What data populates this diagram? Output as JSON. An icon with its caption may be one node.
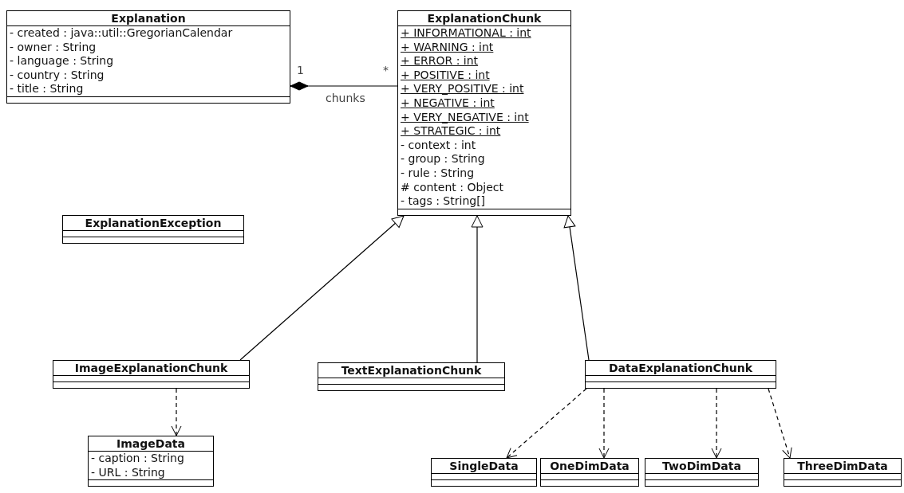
{
  "diagram": {
    "nodes": [
      {
        "text": [
          "Explanation",
          "- created : java::util::GregorianCalendar",
          "- owner : String",
          "- language : String",
          "- country : String",
          "- title : String"
        ]
      },
      {
        "text": [
          "ExplanationChunk",
          "+ INFORMATIONAL : int",
          "+ WARNING : int",
          "+ ERROR : int",
          "+ POSITIVE : int",
          "+ VERY_POSITIVE : int",
          "+ NEGATIVE : int",
          "+ VERY_NEGATIVE : int",
          "+ STRATEGIC : int",
          "- context : int",
          "- group : String",
          "- rule : String",
          "# content : Object",
          "- tags : String[]"
        ]
      },
      {
        "text": [
          "ExplanationException"
        ]
      },
      {
        "text": [
          "ImageExplanationChunk"
        ]
      },
      {
        "text": [
          "TextExplanationChunk"
        ]
      },
      {
        "text": [
          "DataExplanationChunk"
        ]
      },
      {
        "text": [
          "ImageData",
          "- caption : String",
          "- URL : String"
        ]
      },
      {
        "text": [
          "SingleData"
        ]
      },
      {
        "text": [
          "OneDimData"
        ]
      },
      {
        "text": [
          "TwoDimData"
        ]
      },
      {
        "text": [
          "ThreeDimData"
        ]
      }
    ],
    "edges": [
      {
        "from": 0,
        "to": 1,
        "arrow": "other",
        "label": "chunks"
      },
      {
        "from": 3,
        "to": 1,
        "arrow": "to"
      },
      {
        "from": 4,
        "to": 1,
        "arrow": "to"
      },
      {
        "from": 5,
        "to": 1,
        "arrow": "to"
      },
      {
        "from": 3,
        "to": 6,
        "arrow": "to",
        "style": "dashed"
      },
      {
        "from": 5,
        "to": 7,
        "arrow": "to",
        "style": "dashed"
      },
      {
        "from": 5,
        "to": 8,
        "arrow": "to",
        "style": "dashed"
      },
      {
        "from": 5,
        "to": 9,
        "arrow": "to",
        "style": "dashed"
      },
      {
        "from": 5,
        "to": 10,
        "arrow": "to",
        "style": "dashed"
      }
    ],
    "labels": [
      "1",
      "*"
    ]
  }
}
